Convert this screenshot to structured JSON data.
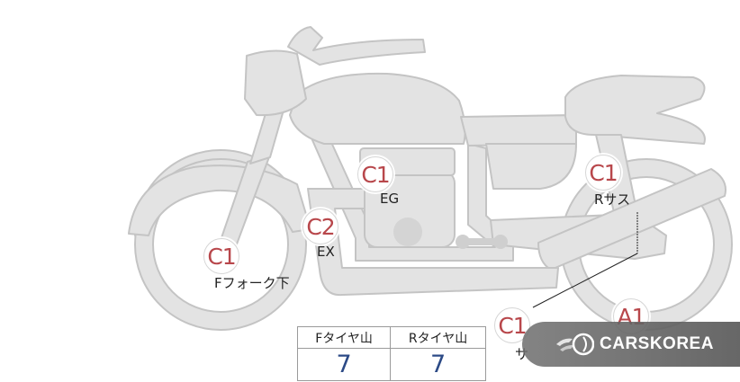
{
  "colors": {
    "body_fill": "#e3e3e3",
    "body_stroke": "#c4c4c4",
    "badge_text": "#b8474b",
    "value_text": "#2c4a86"
  },
  "markers": [
    {
      "code": "C1",
      "label": "EG"
    },
    {
      "code": "C2",
      "label": "EX"
    },
    {
      "code": "C1",
      "label": "Fフォーク下"
    },
    {
      "code": "C1",
      "label": "Rサス"
    },
    {
      "code": "C1",
      "label": "サ"
    },
    {
      "code": "A1",
      "label": ""
    }
  ],
  "tread_table": {
    "headers": [
      "Fタイヤ山",
      "Rタイヤ山"
    ],
    "values": [
      "7",
      "7"
    ]
  },
  "brand": {
    "name": "CARSKOREA",
    "icon": "carskorea-logo-icon"
  }
}
